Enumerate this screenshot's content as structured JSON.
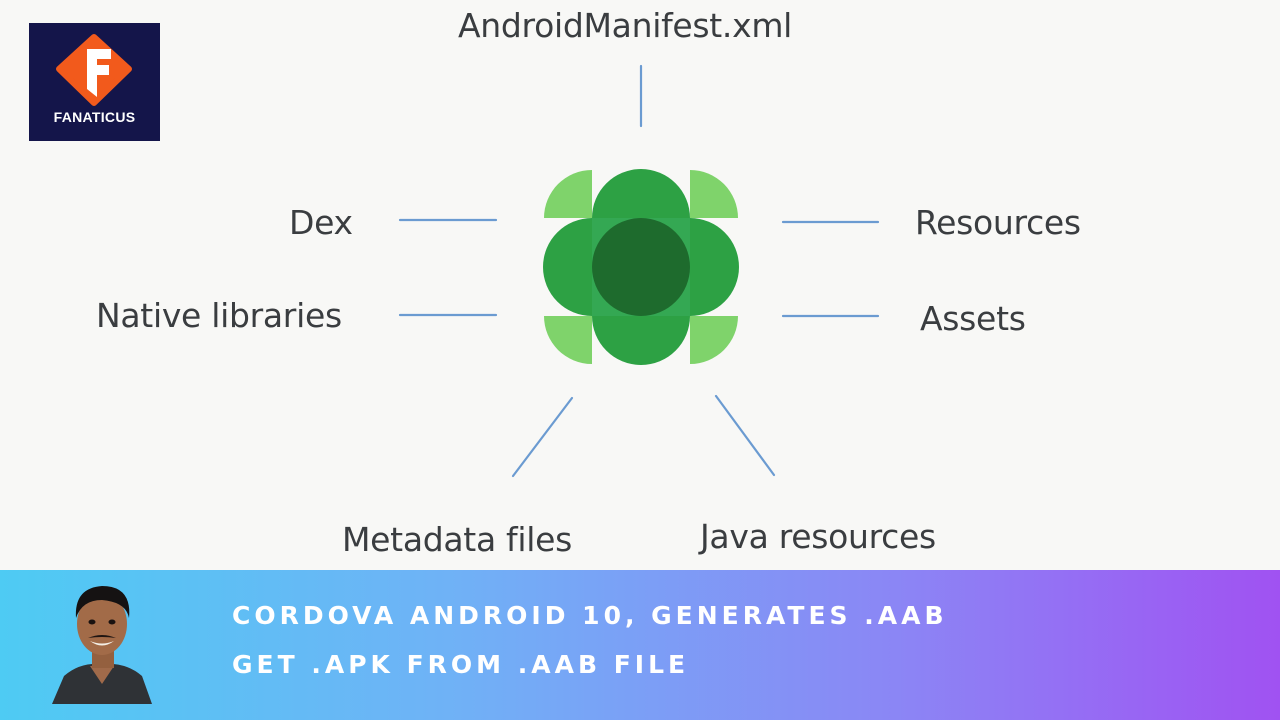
{
  "brand": {
    "name": "FANATICUS",
    "accent": "#f25a1c",
    "background": "#14154a"
  },
  "diagram": {
    "center_icon": "android-app-bundle-icon",
    "labels": {
      "manifest": "AndroidManifest.xml",
      "dex": "Dex",
      "native_libraries": "Native libraries",
      "resources": "Resources",
      "assets": "Assets",
      "metadata_files": "Metadata files",
      "java_resources": "Java resources"
    },
    "colors": {
      "connector": "#6b9bd1",
      "green_dark": "#1e6b2d",
      "green_mid": "#2da144",
      "green_light": "#7fd36b",
      "text": "#3a3d40"
    }
  },
  "banner": {
    "line1": "CORDOVA ANDROID 10, GENERATES .AAB",
    "line2": "GET .APK FROM .AAB FILE",
    "gradient": [
      "#4ecbf3",
      "#a052f2"
    ]
  }
}
